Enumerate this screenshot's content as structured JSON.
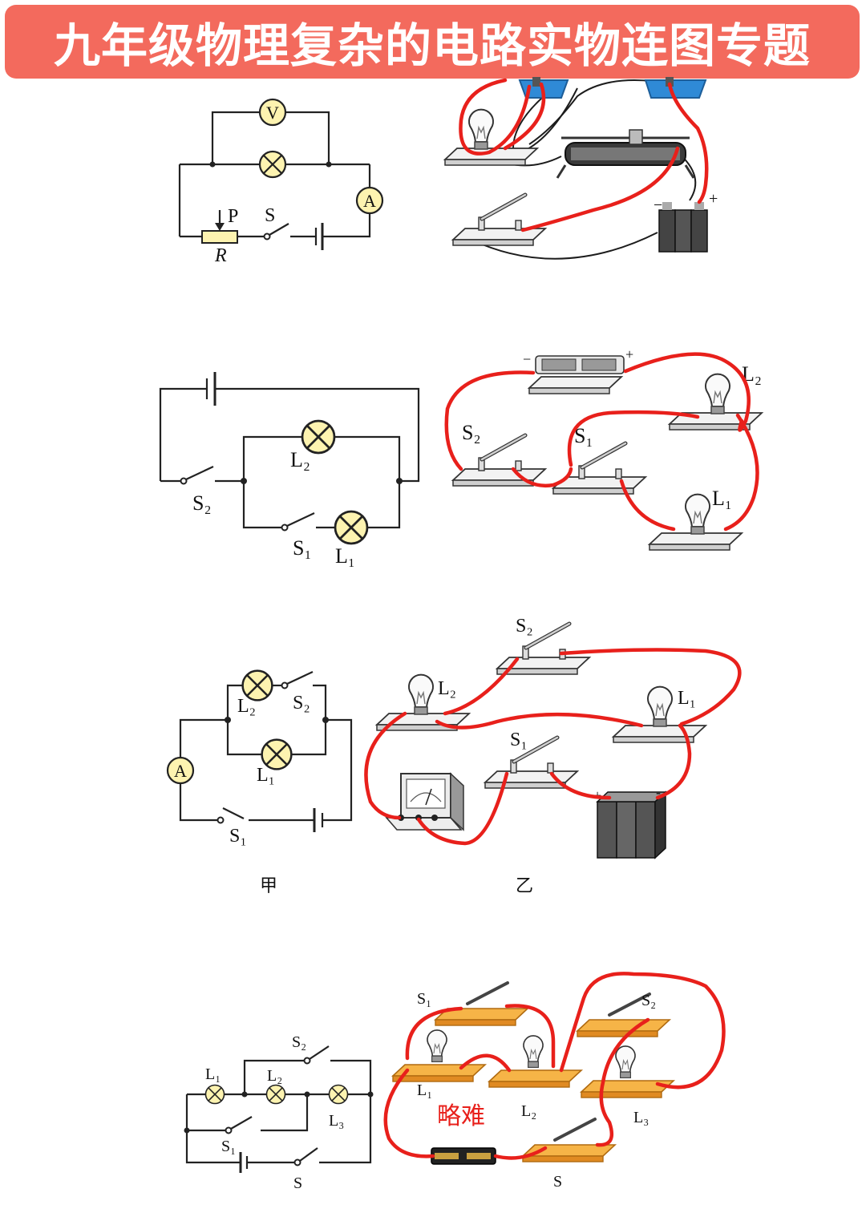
{
  "title": "九年级物理复杂的电路实物连图专题",
  "diagram1": {
    "voltmeter": "V",
    "ammeter": "A",
    "slider": "P",
    "switch": "S",
    "rheostat": "R"
  },
  "diagram2": {
    "lamp2": "L₂",
    "lamp1": "L₁",
    "switch2": "S₂",
    "switch1": "S₁",
    "real_lamp2": "L₂",
    "real_lamp1": "L₁",
    "real_switch2": "S₂",
    "real_switch1": "S₁",
    "minus": "−",
    "plus": "+"
  },
  "diagram3": {
    "lamp2": "L₂",
    "lamp1": "L₁",
    "switch2": "S₂",
    "switch1": "S₁",
    "ammeter": "A",
    "real_switch2": "S₂",
    "real_lamp2": "L₂",
    "real_lamp1": "L₁",
    "real_switch1": "S₁",
    "plus": "+",
    "minus": "-",
    "caption_left": "甲",
    "caption_right": "乙"
  },
  "diagram4": {
    "switch2": "S₂",
    "lamp1": "L₁",
    "lamp2": "L₂",
    "lamp3": "L₃",
    "switch1": "S₁",
    "switch_main": "S",
    "real_switch1": "S₁",
    "real_switch2": "S₂",
    "real_lamp1": "L₁",
    "real_lamp2": "L₂",
    "real_lamp3": "L₃",
    "real_switch_main": "S",
    "difficulty_note": "略难"
  },
  "colors": {
    "banner": "#f36a5d",
    "wire_red": "#e8201b",
    "meter_fill": "#fdf3b0",
    "base_orange": "#f2a531"
  }
}
